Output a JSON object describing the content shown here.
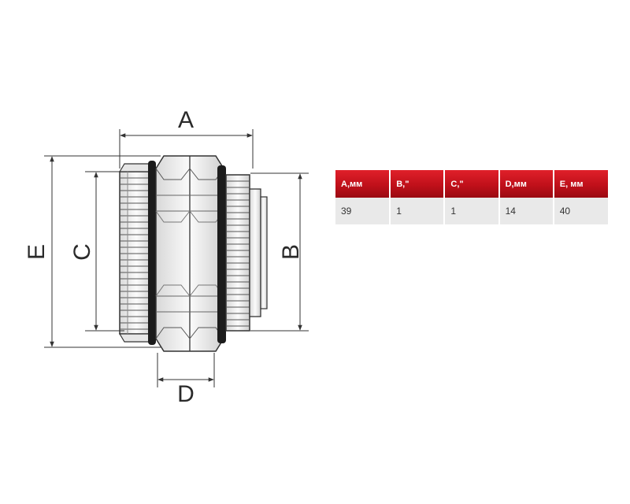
{
  "drawing": {
    "labels": {
      "a": "A",
      "b": "B",
      "c": "C",
      "d": "D",
      "e": "E"
    }
  },
  "spec_table": {
    "headers": [
      "A,мм",
      "B,\"",
      "C,\"",
      "D,мм",
      "E, мм"
    ],
    "rows": [
      [
        "39",
        "1",
        "1",
        "14",
        "40"
      ]
    ],
    "colors": {
      "header_bg": "#c8101a",
      "header_text": "#ffffff",
      "row_bg": "#e9e9e9"
    }
  }
}
